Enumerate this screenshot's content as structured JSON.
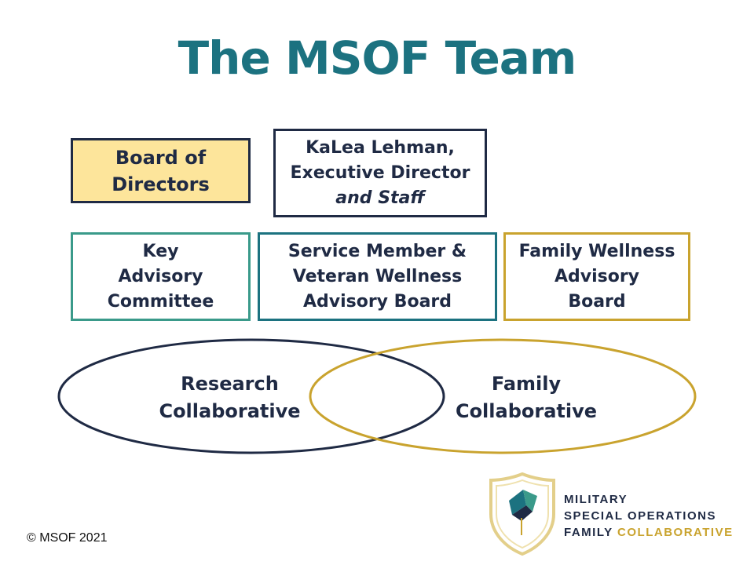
{
  "title": "The MSOF Team",
  "boxes": {
    "board": [
      "Board of",
      "Directors"
    ],
    "executive": [
      "KaLea Lehman,",
      "Executive Director",
      "and Staff"
    ],
    "key_committee": [
      "Key",
      "Advisory",
      "Committee"
    ],
    "service_board": [
      "Service Member &",
      "Veteran Wellness",
      "Advisory Board"
    ],
    "family_board": [
      "Family Wellness",
      "Advisory",
      "Board"
    ]
  },
  "collaboratives": {
    "research": [
      "Research",
      "Collaborative"
    ],
    "family": [
      "Family",
      "Collaborative"
    ]
  },
  "logo": {
    "line1": "MILITARY",
    "line2": "SPECIAL OPERATIONS",
    "line3_a": "FAMILY ",
    "line3_b": "COLLABORATIVE"
  },
  "copyright": "© MSOF 2021",
  "colors": {
    "title": "#1c7280",
    "navy": "#1f2a44",
    "gold": "#c9a32e",
    "teal_green": "#3a9a8a",
    "board_fill": "#fde59b"
  }
}
